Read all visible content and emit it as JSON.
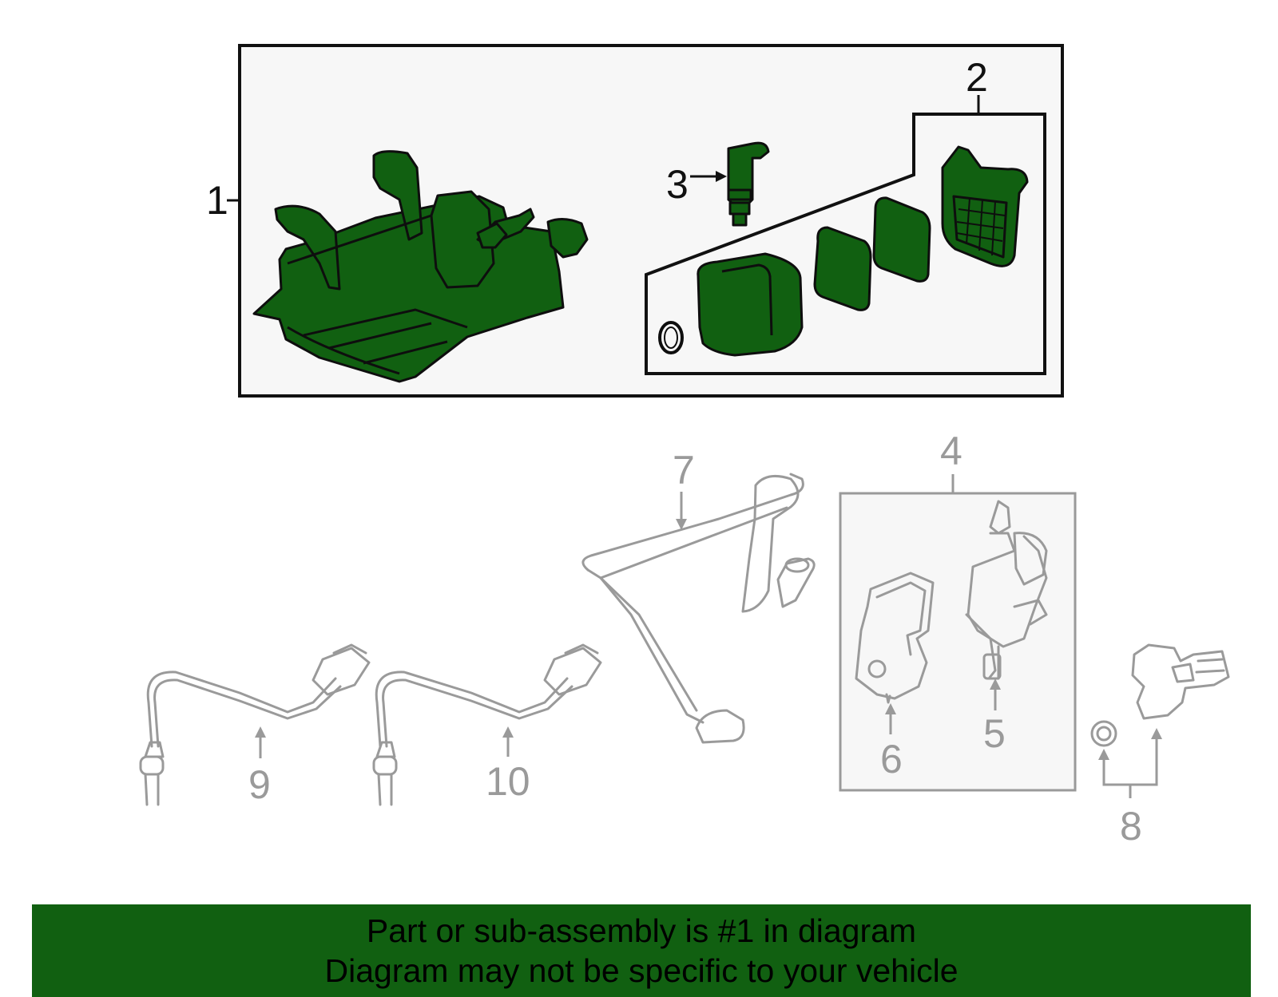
{
  "colors": {
    "highlight": "#116011",
    "outline": "#0e0e0e",
    "inactive": "#9a9a9a",
    "footer_bg": "#116011"
  },
  "callouts": {
    "c1": "1",
    "c2": "2",
    "c3": "3",
    "c4": "4",
    "c5": "5",
    "c6": "6",
    "c7": "7",
    "c8": "8",
    "c9": "9",
    "c10": "10"
  },
  "footer": {
    "line1": "Part or sub-assembly is #1 in diagram",
    "line2": "Diagram may not be specific to your vehicle"
  }
}
